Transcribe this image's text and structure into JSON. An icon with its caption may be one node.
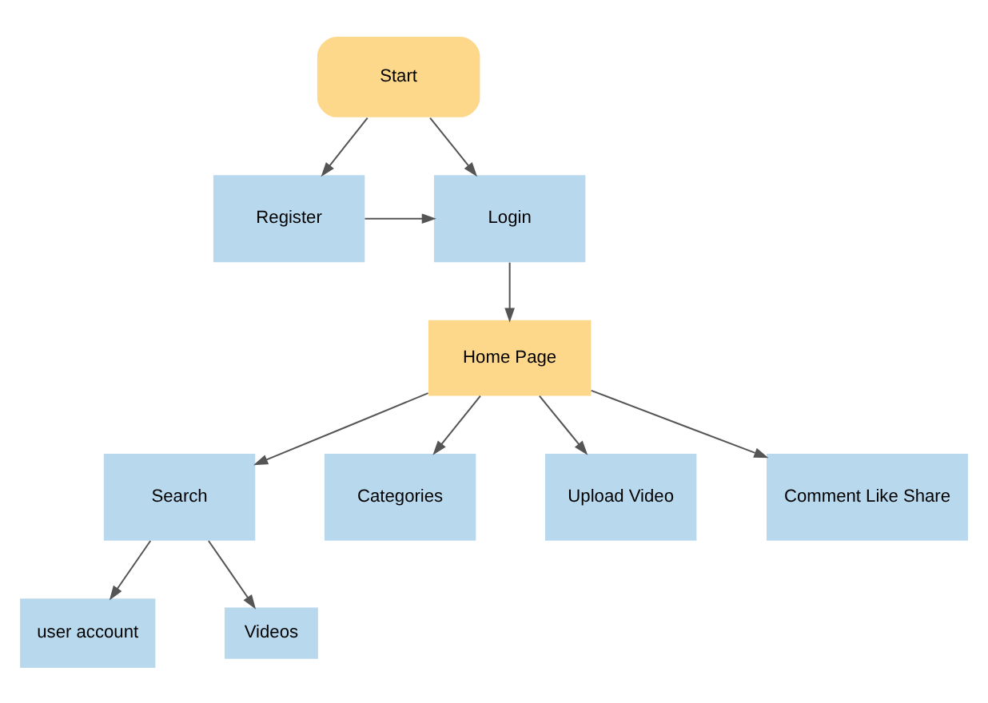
{
  "diagram": {
    "nodes": [
      {
        "text": [
          "Start"
        ]
      },
      {
        "text": [
          "Register"
        ]
      },
      {
        "text": [
          "Login"
        ]
      },
      {
        "text": [
          "Home Page"
        ]
      },
      {
        "text": [
          "Search"
        ]
      },
      {
        "text": [
          "Categories"
        ]
      },
      {
        "text": [
          "user account"
        ]
      },
      {
        "text": [
          "Videos"
        ]
      },
      {
        "text": [
          "Upload Video"
        ]
      },
      {
        "text": [
          "Comment Like Share"
        ]
      }
    ],
    "edges": [
      {
        "from": 0,
        "to": 2,
        "arrow": "to"
      },
      {
        "from": 0,
        "to": 1,
        "arrow": "to"
      },
      {
        "from": 1,
        "to": 2,
        "arrow": "to"
      },
      {
        "from": 2,
        "to": 3,
        "arrow": "to"
      },
      {
        "from": 3,
        "to": 4,
        "arrow": "to"
      },
      {
        "from": 3,
        "to": 8,
        "arrow": "to"
      },
      {
        "from": 3,
        "to": 9,
        "arrow": "to"
      },
      {
        "from": 3,
        "to": 5,
        "arrow": "to"
      },
      {
        "from": 4,
        "to": 6,
        "arrow": "to"
      },
      {
        "from": 4,
        "to": 7,
        "arrow": "to"
      }
    ]
  }
}
